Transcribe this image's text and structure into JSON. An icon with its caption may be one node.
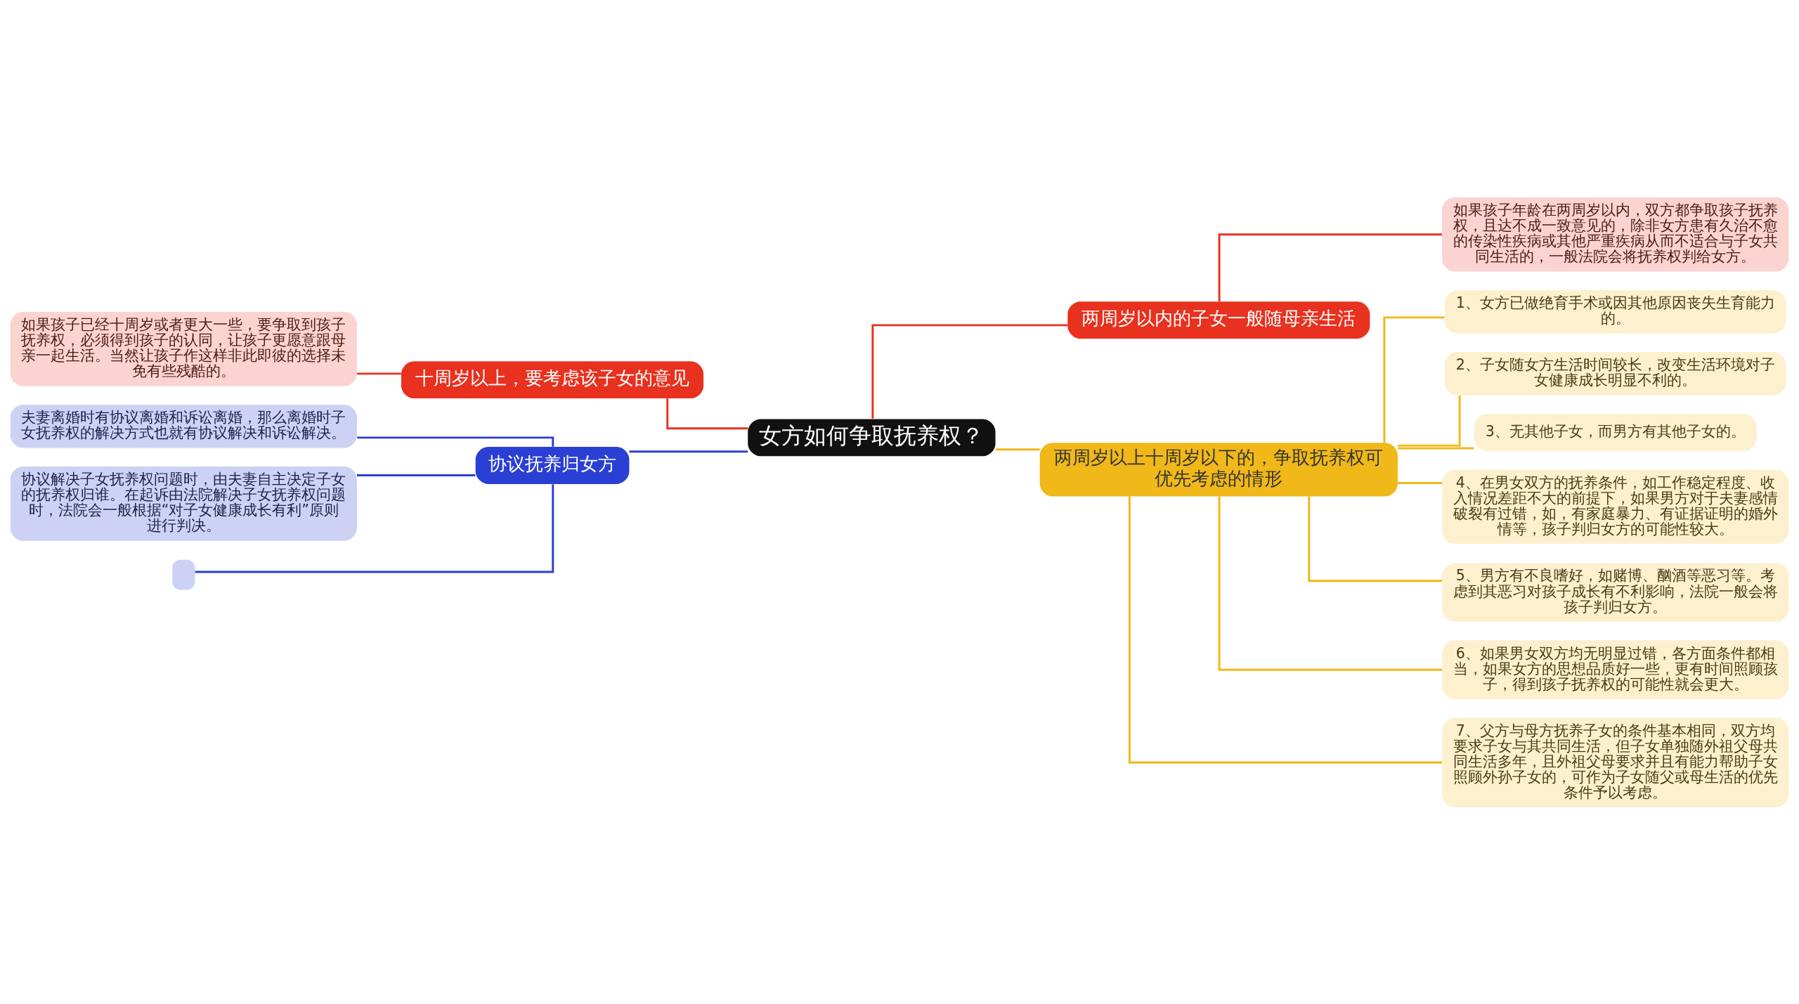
{
  "diagram": {
    "nodes": [
      {
        "text": [
          "女方如何争取抚养权？"
        ]
      },
      {
        "text": [
          "两周岁以内的子女一般随母亲生活"
        ]
      },
      {
        "text": [
          "如果孩子年龄在两周岁以内，双方都争取孩子抚养权，且达不成一致意见的，除非女方患有久治不愈的传染性疾病或其他严重疾病从而不适合与子女共同生活的，一般法院会将抚养权判给女方。"
        ]
      },
      {
        "text": [
          "两周岁以上十周岁以下的，争取抚养权可优先考虑的情形"
        ]
      },
      {
        "text": [
          "1、女方已做绝育手术或因其他原因丧失生育能力的。"
        ]
      },
      {
        "text": [
          "2、子女随女方生活时间较长，改变生活环境对子女健康成长明显不利的。"
        ]
      },
      {
        "text": [
          "3、无其他子女，而男方有其他子女的。"
        ]
      },
      {
        "text": [
          "4、在男女双方的抚养条件，如工作稳定程度、收入情况差距不大的前提下，如果男方对于夫妻感情破裂有过错，如，有家庭暴力、有证据证明的婚外情等，孩子判归女方的可能性较大。"
        ]
      },
      {
        "text": [
          "5、男方有不良嗜好，如赌博、酗酒等恶习等。考虑到其恶习对孩子成长有不利影响，法院一般会将孩子判归女方。"
        ]
      },
      {
        "text": [
          "6、如果男女双方均无明显过错，各方面条件都相当，如果女方的思想品质好一些，更有时间照顾孩子，得到孩子抚养权的可能性就会更大。"
        ]
      },
      {
        "text": [
          "7、父方与母方抚养子女的条件基本相同，双方均要求子女与其共同生活，但子女单独随外祖父母共同生活多年，且外祖父母要求并且有能力帮助子女照顾外孙子女的，可作为子女随父或母生活的优先条件予以考虑。"
        ]
      },
      {
        "text": [
          "十周岁以上，要考虑该子女的意见"
        ]
      },
      {
        "text": [
          "如果孩子已经十周岁或者更大一些，要争取到孩子抚养权，必须得到孩子的认同，让孩子更愿意跟母亲一起生活。当然让孩子作这样非此即彼的选择未免有些残酷的。"
        ]
      },
      {
        "text": [
          "协议抚养归女方"
        ]
      },
      {
        "text": [
          "夫妻离婚时有协议离婚和诉讼离婚，那么离婚时子女抚养权的解决方式也就有协议解决和诉讼解决。"
        ]
      },
      {
        "text": [
          "协议解决子女抚养权问题时，由夫妻自主决定子女的抚养权归谁。在起诉由法院解决子女抚养权问题时，法院会一般根据“对子女健康成长有利”原则进行判决。"
        ]
      },
      {
        "text": [],
        "shape": "box"
      }
    ],
    "edges": [
      {
        "from": 0,
        "to": 1,
        "arrow": "none",
        "color": "#e8311e"
      },
      {
        "from": 1,
        "to": 2,
        "arrow": "none",
        "color": "#e8311e"
      },
      {
        "from": 0,
        "to": 3,
        "arrow": "none"
      },
      {
        "from": 3,
        "to": 4,
        "arrow": "none"
      },
      {
        "from": 3,
        "to": 5,
        "arrow": "none"
      },
      {
        "from": 3,
        "to": 6,
        "arrow": "none"
      },
      {
        "from": 3,
        "to": 7,
        "arrow": "none"
      },
      {
        "from": 3,
        "to": 8,
        "arrow": "none"
      },
      {
        "from": 3,
        "to": 9,
        "arrow": "none"
      },
      {
        "from": 3,
        "to": 10,
        "arrow": "none"
      },
      {
        "from": 0,
        "to": 11,
        "arrow": "none",
        "color": "#e8311e"
      },
      {
        "from": 11,
        "to": 12,
        "arrow": "none",
        "color": "#e8311e"
      },
      {
        "from": 0,
        "to": 13,
        "arrow": "none",
        "color": "#2a3fd4"
      },
      {
        "from": 13,
        "to": 14,
        "arrow": "none",
        "color": "#2a3fd4"
      },
      {
        "from": 13,
        "to": 15,
        "arrow": "none",
        "color": "#2a3fd4"
      },
      {
        "from": 13,
        "to": 16,
        "arrow": "none",
        "color": "#2a3fd4"
      }
    ]
  }
}
